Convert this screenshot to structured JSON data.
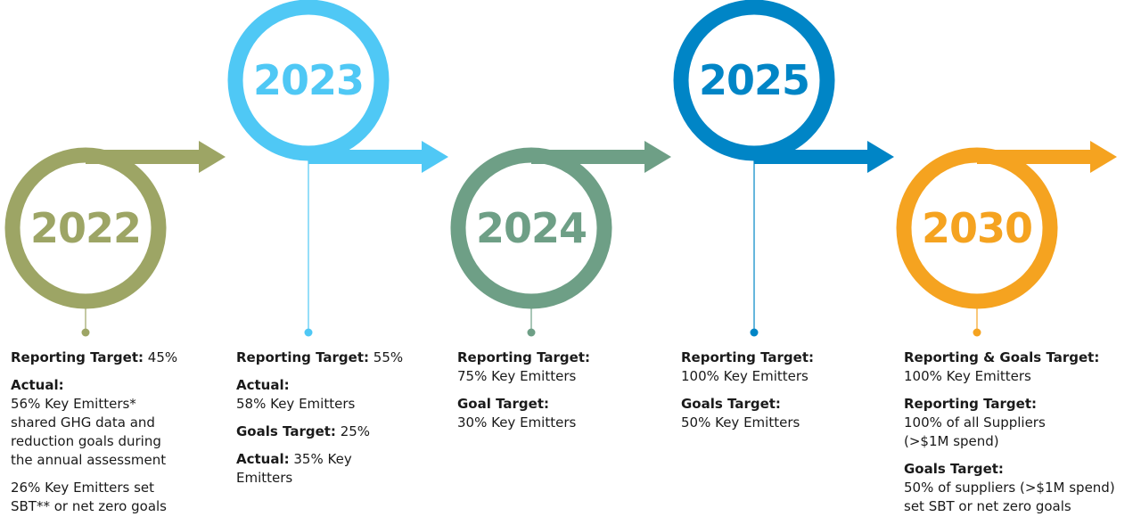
{
  "milestones": [
    {
      "year": "2022",
      "color": "#9da565",
      "blocks": [
        {
          "label": "Reporting Target:",
          "value": "45%"
        },
        {
          "label": "Actual:",
          "lines": [
            "56% Key Emitters*",
            "shared GHG data and",
            "reduction goals during",
            "the annual assessment"
          ]
        },
        {
          "lines": [
            "26% Key Emitters set",
            "SBT** or net zero goals"
          ]
        }
      ]
    },
    {
      "year": "2023",
      "color": "#4fc8f5",
      "blocks": [
        {
          "label": "Reporting Target:",
          "value": "55%"
        },
        {
          "label": "Actual:",
          "lines": [
            "58% Key Emitters"
          ]
        },
        {
          "label": "Goals Target:",
          "value": "25%"
        },
        {
          "label": "Actual:",
          "value": "35% Key",
          "lines": [
            "Emitters"
          ]
        }
      ]
    },
    {
      "year": "2024",
      "color": "#6e9f86",
      "blocks": [
        {
          "label": "Reporting Target:",
          "lines": [
            "75% Key Emitters"
          ]
        },
        {
          "label": "Goal Target:",
          "lines": [
            "30% Key Emitters"
          ]
        }
      ]
    },
    {
      "year": "2025",
      "color": "#0085c6",
      "blocks": [
        {
          "label": "Reporting Target:",
          "lines": [
            "100% Key Emitters"
          ]
        },
        {
          "label": "Goals Target:",
          "lines": [
            "50% Key Emitters"
          ]
        }
      ]
    },
    {
      "year": "2030",
      "color": "#f5a320",
      "blocks": [
        {
          "label": "Reporting & Goals Target:",
          "lines": [
            "100% Key Emitters"
          ]
        },
        {
          "label": "Reporting Target:",
          "lines": [
            "100% of all Suppliers",
            "(>$1M spend)"
          ]
        },
        {
          "label": "Goals Target:",
          "lines": [
            "50% of suppliers (>$1M spend)",
            "set SBT or net zero goals"
          ]
        }
      ]
    }
  ]
}
